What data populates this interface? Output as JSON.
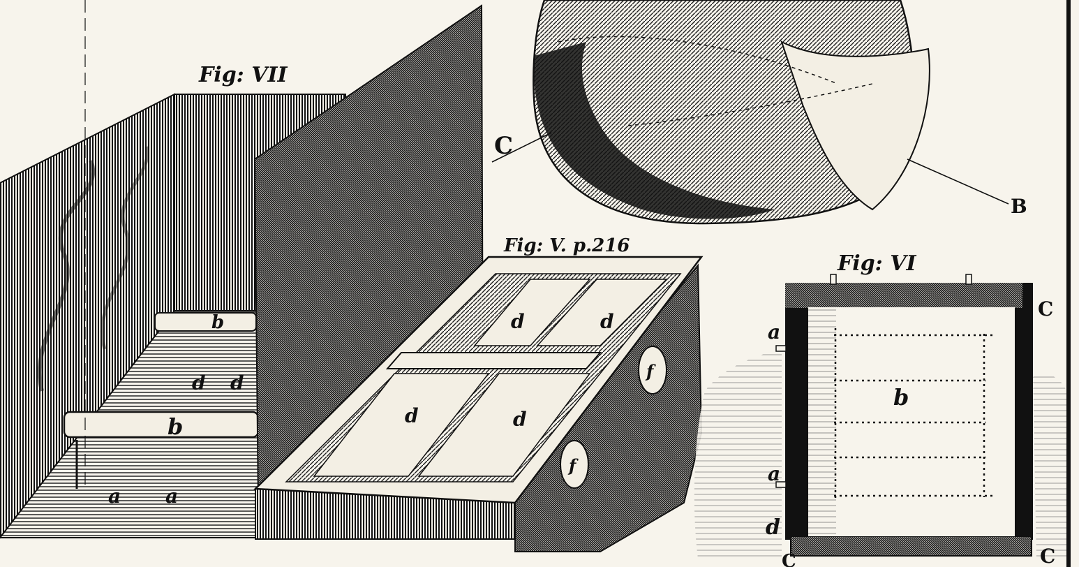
{
  "figures": {
    "fig7": {
      "title": "Fig: VII",
      "labels": {
        "b_top": "b",
        "d1": "d",
        "d2": "d",
        "b_bottom": "b",
        "a1": "a",
        "a2": "a"
      }
    },
    "fig5": {
      "title": "Fig: V. p.216",
      "labels": {
        "d1": "d",
        "d2": "d",
        "d3": "d",
        "d4": "d",
        "f1": "f",
        "f2": "f"
      }
    },
    "fig6": {
      "title": "Fig: VI",
      "labels": {
        "c_top": "C",
        "a_top": "a",
        "b": "b",
        "a_bottom": "a",
        "d": "d",
        "c_bottom": "C",
        "c_corner": "C"
      }
    },
    "globe": {
      "labels": {
        "c": "C",
        "b": "B"
      }
    }
  },
  "colors": {
    "ink": "#111111",
    "paper": "#f7f4ec"
  }
}
